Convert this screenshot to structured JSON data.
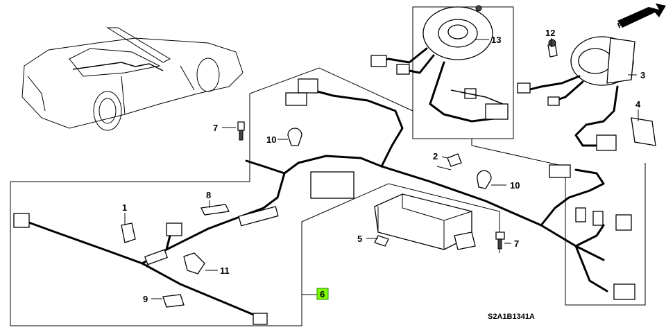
{
  "diagram": {
    "drawing_code": "S2A1B1341A",
    "callouts": [
      {
        "id": "c13",
        "label": "13",
        "highlighted": false
      },
      {
        "id": "c12",
        "label": "12",
        "highlighted": false
      },
      {
        "id": "c3",
        "label": "3",
        "highlighted": false
      },
      {
        "id": "c4",
        "label": "4",
        "highlighted": false
      },
      {
        "id": "c7a",
        "label": "7",
        "highlighted": false
      },
      {
        "id": "c10a",
        "label": "10",
        "highlighted": false
      },
      {
        "id": "c2",
        "label": "2",
        "highlighted": false
      },
      {
        "id": "c10b",
        "label": "10",
        "highlighted": false
      },
      {
        "id": "c8",
        "label": "8",
        "highlighted": false
      },
      {
        "id": "c1",
        "label": "1",
        "highlighted": false
      },
      {
        "id": "c5",
        "label": "5",
        "highlighted": false
      },
      {
        "id": "c7b",
        "label": "7",
        "highlighted": false
      },
      {
        "id": "c11",
        "label": "11",
        "highlighted": false
      },
      {
        "id": "c9",
        "label": "9",
        "highlighted": false
      },
      {
        "id": "c6",
        "label": "6",
        "highlighted": true
      }
    ],
    "front_arrow": "FR.",
    "highlight_color": "#7CFC00"
  }
}
